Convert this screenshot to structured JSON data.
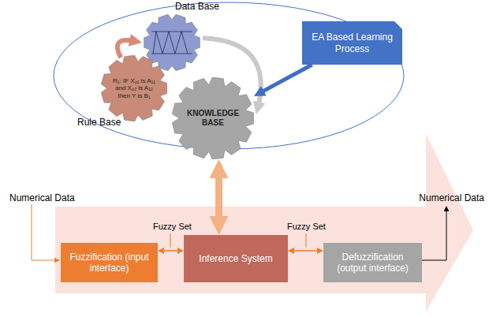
{
  "diagram": {
    "nodes": [
      {
        "text": [
          "Data Base"
        ]
      },
      {
        "text": [
          "EA Based Learning Process"
        ]
      },
      {
        "text": [
          "R₁: IF Xₚ₁ is A₁₁ and Xₚ₂ is A₁₂ then Y is B₁",
          "Rule Base"
        ]
      },
      {
        "text": [
          "KNOWLEDGE BASE"
        ]
      },
      {
        "text": [
          "Fuzzification (input interface)"
        ]
      },
      {
        "text": [
          "Inference System"
        ]
      },
      {
        "text": [
          "Defuzzification (output interface)"
        ]
      }
    ],
    "edges": [
      {
        "from": 2,
        "to": 0,
        "arrow": "to"
      },
      {
        "from": 0,
        "to": 3,
        "arrow": "to"
      },
      {
        "from": 1,
        "to": 3,
        "arrow": "to"
      },
      {
        "from": 3,
        "to": 5,
        "arrow": "both"
      },
      {
        "from": 4,
        "to": 5,
        "arrow": "both"
      },
      {
        "from": 5,
        "to": 6,
        "arrow": "both"
      }
    ],
    "labels": [
      "Numerical Data",
      "Fuzzy Set",
      "Fuzzy Set",
      "Numerical Data"
    ]
  }
}
